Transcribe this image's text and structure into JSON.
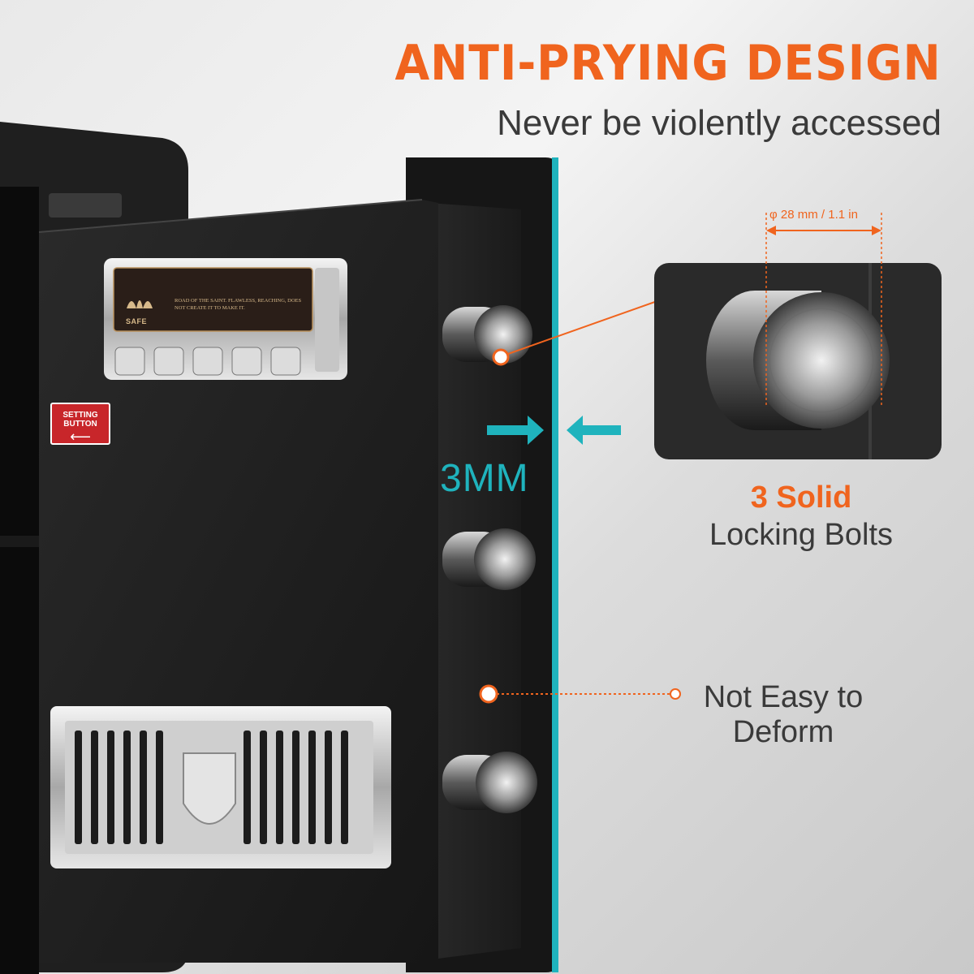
{
  "header": {
    "title": "ANTI-PRYING DESIGN",
    "subtitle": "Never be violently accessed"
  },
  "bolt_callout": {
    "diameter_label": "φ 28 mm / 1.1 in",
    "count_label": "3 Solid",
    "name_label": "Locking Bolts"
  },
  "door": {
    "thickness_label": "3MM",
    "deform_line1": "Not Easy to",
    "deform_line2": "Deform",
    "sticker_label": "SETTING BUTTON",
    "sticker_arrow": "⟵",
    "plate_brand": "SAFE",
    "plate_motto": "ROAD OF THE SAINT. FLAWLESS, REACHING, DOES NOT CREATE IT TO MAKE IT."
  },
  "colors": {
    "accent": "#f0641e",
    "teal": "#1fb3bd",
    "text_dark": "#3a3a3a",
    "safe_body": "#1e1e1e"
  }
}
